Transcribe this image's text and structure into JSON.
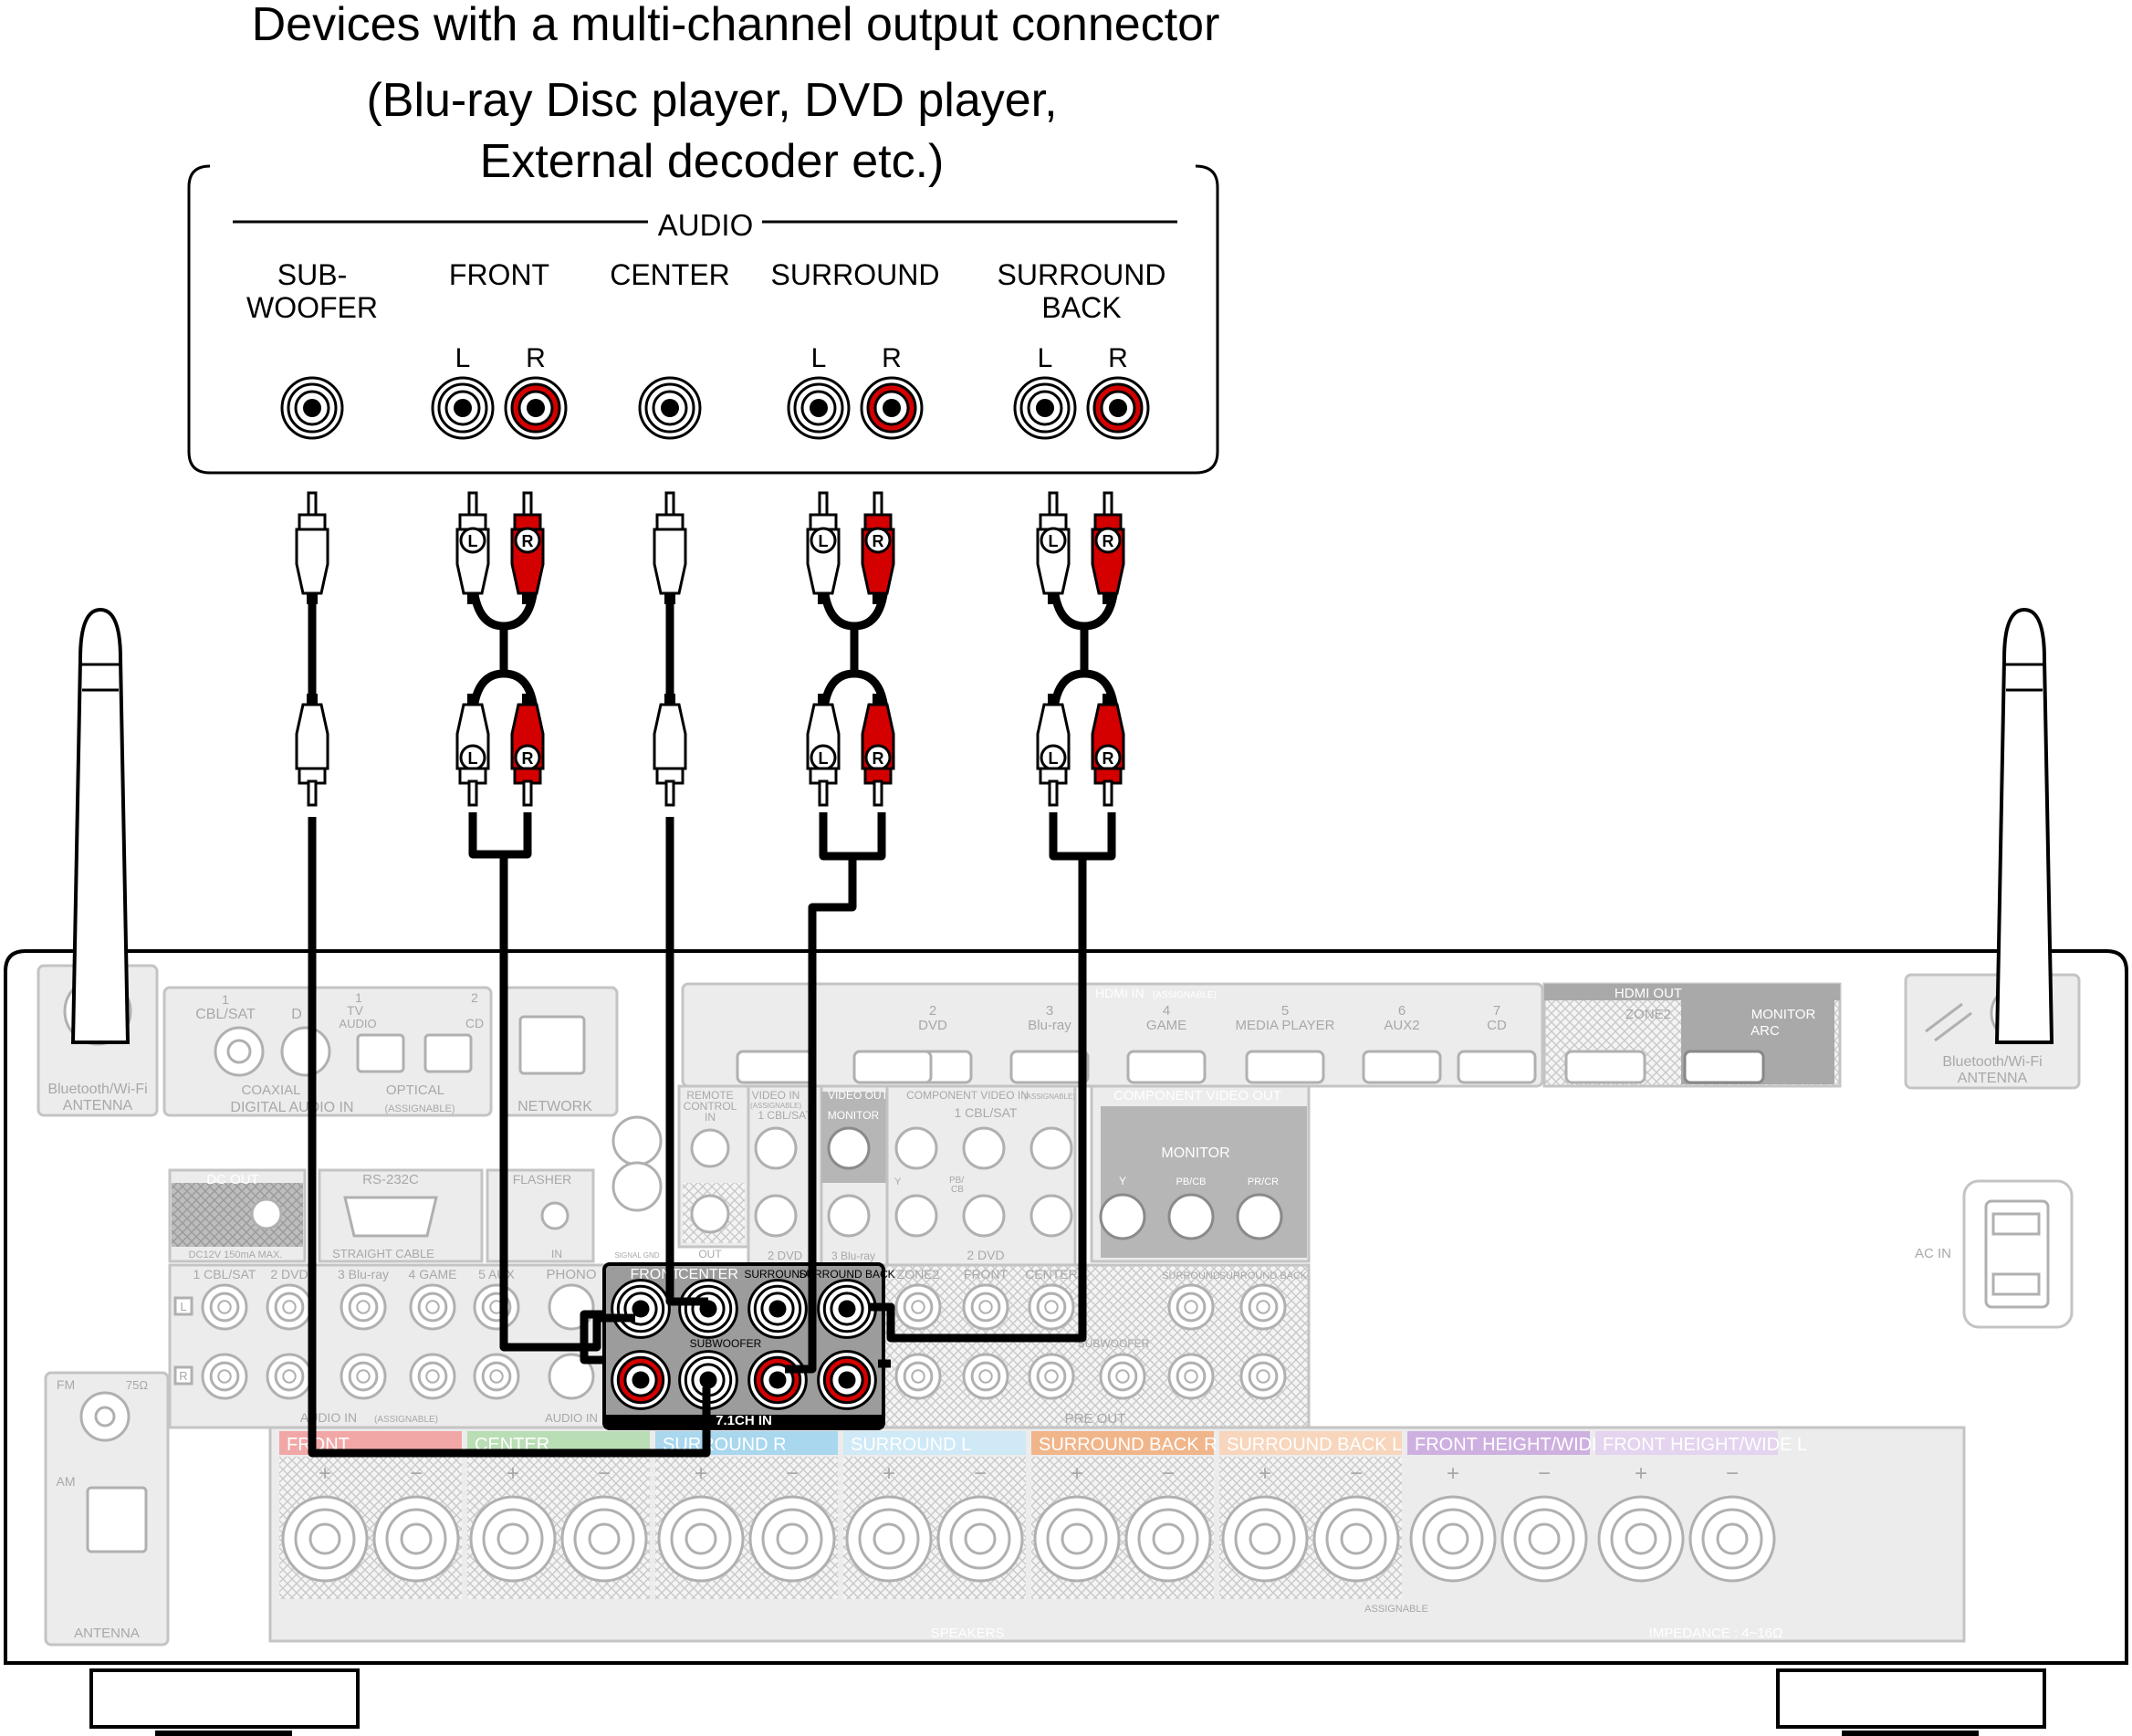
{
  "title": {
    "line1": "Devices with a multi-channel output connector",
    "line2": "(Blu-ray Disc player, DVD player,",
    "line3": "External decoder etc.)"
  },
  "device": {
    "audio_label": "AUDIO",
    "channels": [
      {
        "line1": "SUB-",
        "line2": "WOOFER"
      },
      {
        "line1": "FRONT",
        "line2": ""
      },
      {
        "line1": "CENTER",
        "line2": ""
      },
      {
        "line1": "SURROUND",
        "line2": ""
      },
      {
        "line1": "SURROUND",
        "line2": "BACK"
      }
    ],
    "left_label": "L",
    "right_label": "R"
  },
  "receiver": {
    "bt_antenna": {
      "line1": "Bluetooth/Wi-Fi",
      "line2": "ANTENNA"
    },
    "digital_audio": {
      "cbl_sat_num": "1",
      "cbl_sat": "CBL/SAT",
      "d": "D",
      "tv_num": "1",
      "tv": "TV",
      "tv_audio": "AUDIO",
      "cd_num": "2",
      "cd": "CD",
      "coaxial": "COAXIAL",
      "optical": "OPTICAL",
      "label": "DIGITAL AUDIO IN",
      "assignable": "(ASSIGNABLE)"
    },
    "network": "NETWORK",
    "hdmi_in": {
      "label": "HDMI IN",
      "assignable": "(ASSIGNABLE)",
      "inputs": [
        {
          "num": "2",
          "name": "DVD"
        },
        {
          "num": "3",
          "name": "Blu-ray"
        },
        {
          "num": "4",
          "name": "GAME"
        },
        {
          "num": "5",
          "name": "MEDIA PLAYER"
        },
        {
          "num": "6",
          "name": "AUX2"
        },
        {
          "num": "7",
          "name": "CD"
        }
      ]
    },
    "hdmi_out": {
      "label": "HDMI OUT",
      "zone2": "ZONE2",
      "monitor": "MONITOR",
      "arc": "ARC"
    },
    "remote_control": {
      "line1": "REMOTE",
      "line2": "CONTROL",
      "in": "IN",
      "out": "OUT"
    },
    "video_in": {
      "label": "VIDEO IN",
      "assignable": "(ASSIGNABLE)",
      "cbl_sat": "1 CBL/SAT",
      "dvd": "2 DVD",
      "bluray": "3 Blu-ray"
    },
    "video_out": {
      "label": "VIDEO OUT",
      "monitor": "MONITOR"
    },
    "component_video_in": {
      "label": "COMPONENT VIDEO IN",
      "assignable": "(ASSIGNABLE)",
      "cbl_sat": "1 CBL/SAT",
      "dvd": "2 DVD",
      "y": "Y",
      "pb": "PB/",
      "cb": "CB"
    },
    "component_video_out": {
      "label": "COMPONENT VIDEO OUT",
      "monitor": "MONITOR",
      "y": "Y",
      "pb": "PB/CB",
      "pr": "PR/CR"
    },
    "dc_out": {
      "label": "DC OUT",
      "spec": "DC12V 150mA MAX."
    },
    "rs232c": {
      "label": "RS-232C",
      "cable": "STRAIGHT CABLE"
    },
    "flasher": {
      "label": "FLASHER",
      "in": "IN"
    },
    "signal_gnd": "SIGNAL GND",
    "audio_in": {
      "inputs": [
        "1 CBL/SAT",
        "2 DVD",
        "3 Blu-ray",
        "4 GAME",
        "5 AUX"
      ],
      "l": "L",
      "r": "R",
      "label": "AUDIO IN",
      "assignable": "(ASSIGNABLE)"
    },
    "phono": {
      "label": "PHONO",
      "audio_in": "AUDIO IN"
    },
    "ch71_in": {
      "front": "FRONT",
      "center": "CENTER",
      "surround": "SURROUND",
      "surround_back": "SURROUND BACK",
      "subwoofer": "SUBWOOFER",
      "label": "7.1CH IN"
    },
    "pre_out": {
      "zone2": "ZONE2",
      "front": "FRONT",
      "center": "CENTER",
      "surround": "SURROUND",
      "surround_back": "SURROUND BACK",
      "subwoofer": "SUBWOOFER",
      "label": "PRE OUT"
    },
    "tuner": {
      "fm": "FM",
      "ohm": "75Ω",
      "am": "AM",
      "label": "ANTENNA"
    },
    "speakers": {
      "channels": [
        {
          "name": "FRONT",
          "color": "#f2a7a7"
        },
        {
          "name": "CENTER",
          "color": "#b9ddb4"
        },
        {
          "name": "SURROUND R",
          "color": "#a8d7ee"
        },
        {
          "name": "SURROUND L",
          "color": "#cfe9f6"
        },
        {
          "name": "SURROUND BACK R",
          "color": "#f1b58a"
        },
        {
          "name": "SURROUND BACK L",
          "color": "#f7d6bd"
        },
        {
          "name": "FRONT HEIGHT/WIDE R",
          "color": "#cdb0e0"
        },
        {
          "name": "FRONT HEIGHT/WIDE L",
          "color": "#e4d4ef"
        }
      ],
      "plus": "+",
      "minus": "−",
      "assignable": "ASSIGNABLE",
      "label": "SPEAKERS",
      "impedance": "IMPEDANCE : 4~16Ω"
    },
    "ac_in": "AC IN"
  },
  "colors": {
    "right_channel": "#d40000",
    "cable": "#000000",
    "receiver_grey": "#ececec",
    "highlight_panel": "#9c9c9c",
    "video_out_panel": "#b6b6b6",
    "hdmi_out_panel": "#a9a9a9"
  }
}
